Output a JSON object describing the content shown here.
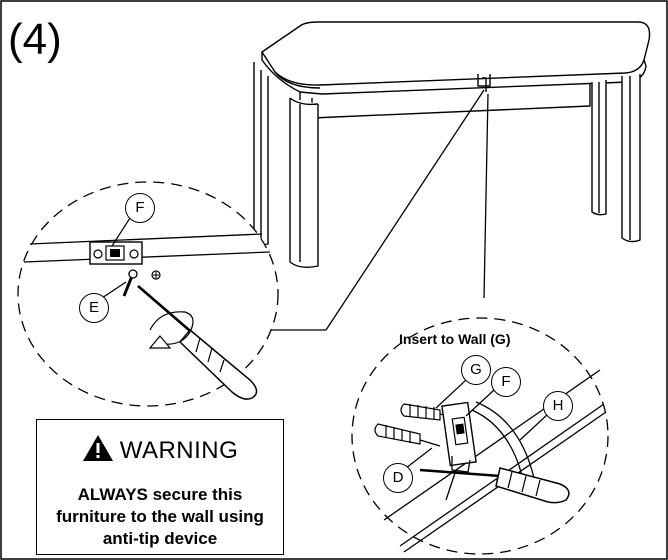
{
  "step_label": "(4)",
  "callouts": {
    "f_top": "F",
    "e": "E",
    "g": "G",
    "f_right": "F",
    "h": "H",
    "d": "D"
  },
  "insert_label": "Insert to Wall (G)",
  "warning": {
    "heading": "WARNING",
    "lines": [
      "ALWAYS secure this",
      "furniture to the wall using",
      "anti-tip device"
    ]
  }
}
